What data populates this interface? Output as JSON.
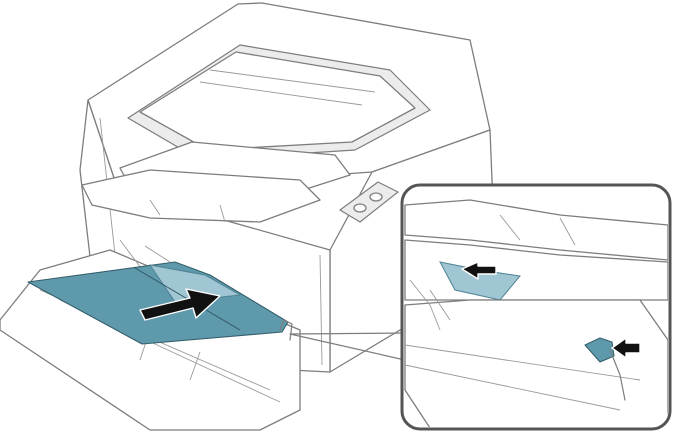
{
  "figure": {
    "subject": "printer-paper-loading",
    "colors": {
      "paper": "#5e9aac",
      "paper_dark": "#355f6c",
      "line": "#7d7d7d",
      "arrow": "#111111",
      "callout_border": "#555555"
    },
    "icons": [
      "printer-body",
      "paper-sheet",
      "insertion-arrow",
      "guide-adjust-arrow",
      "magnified-callout"
    ]
  }
}
